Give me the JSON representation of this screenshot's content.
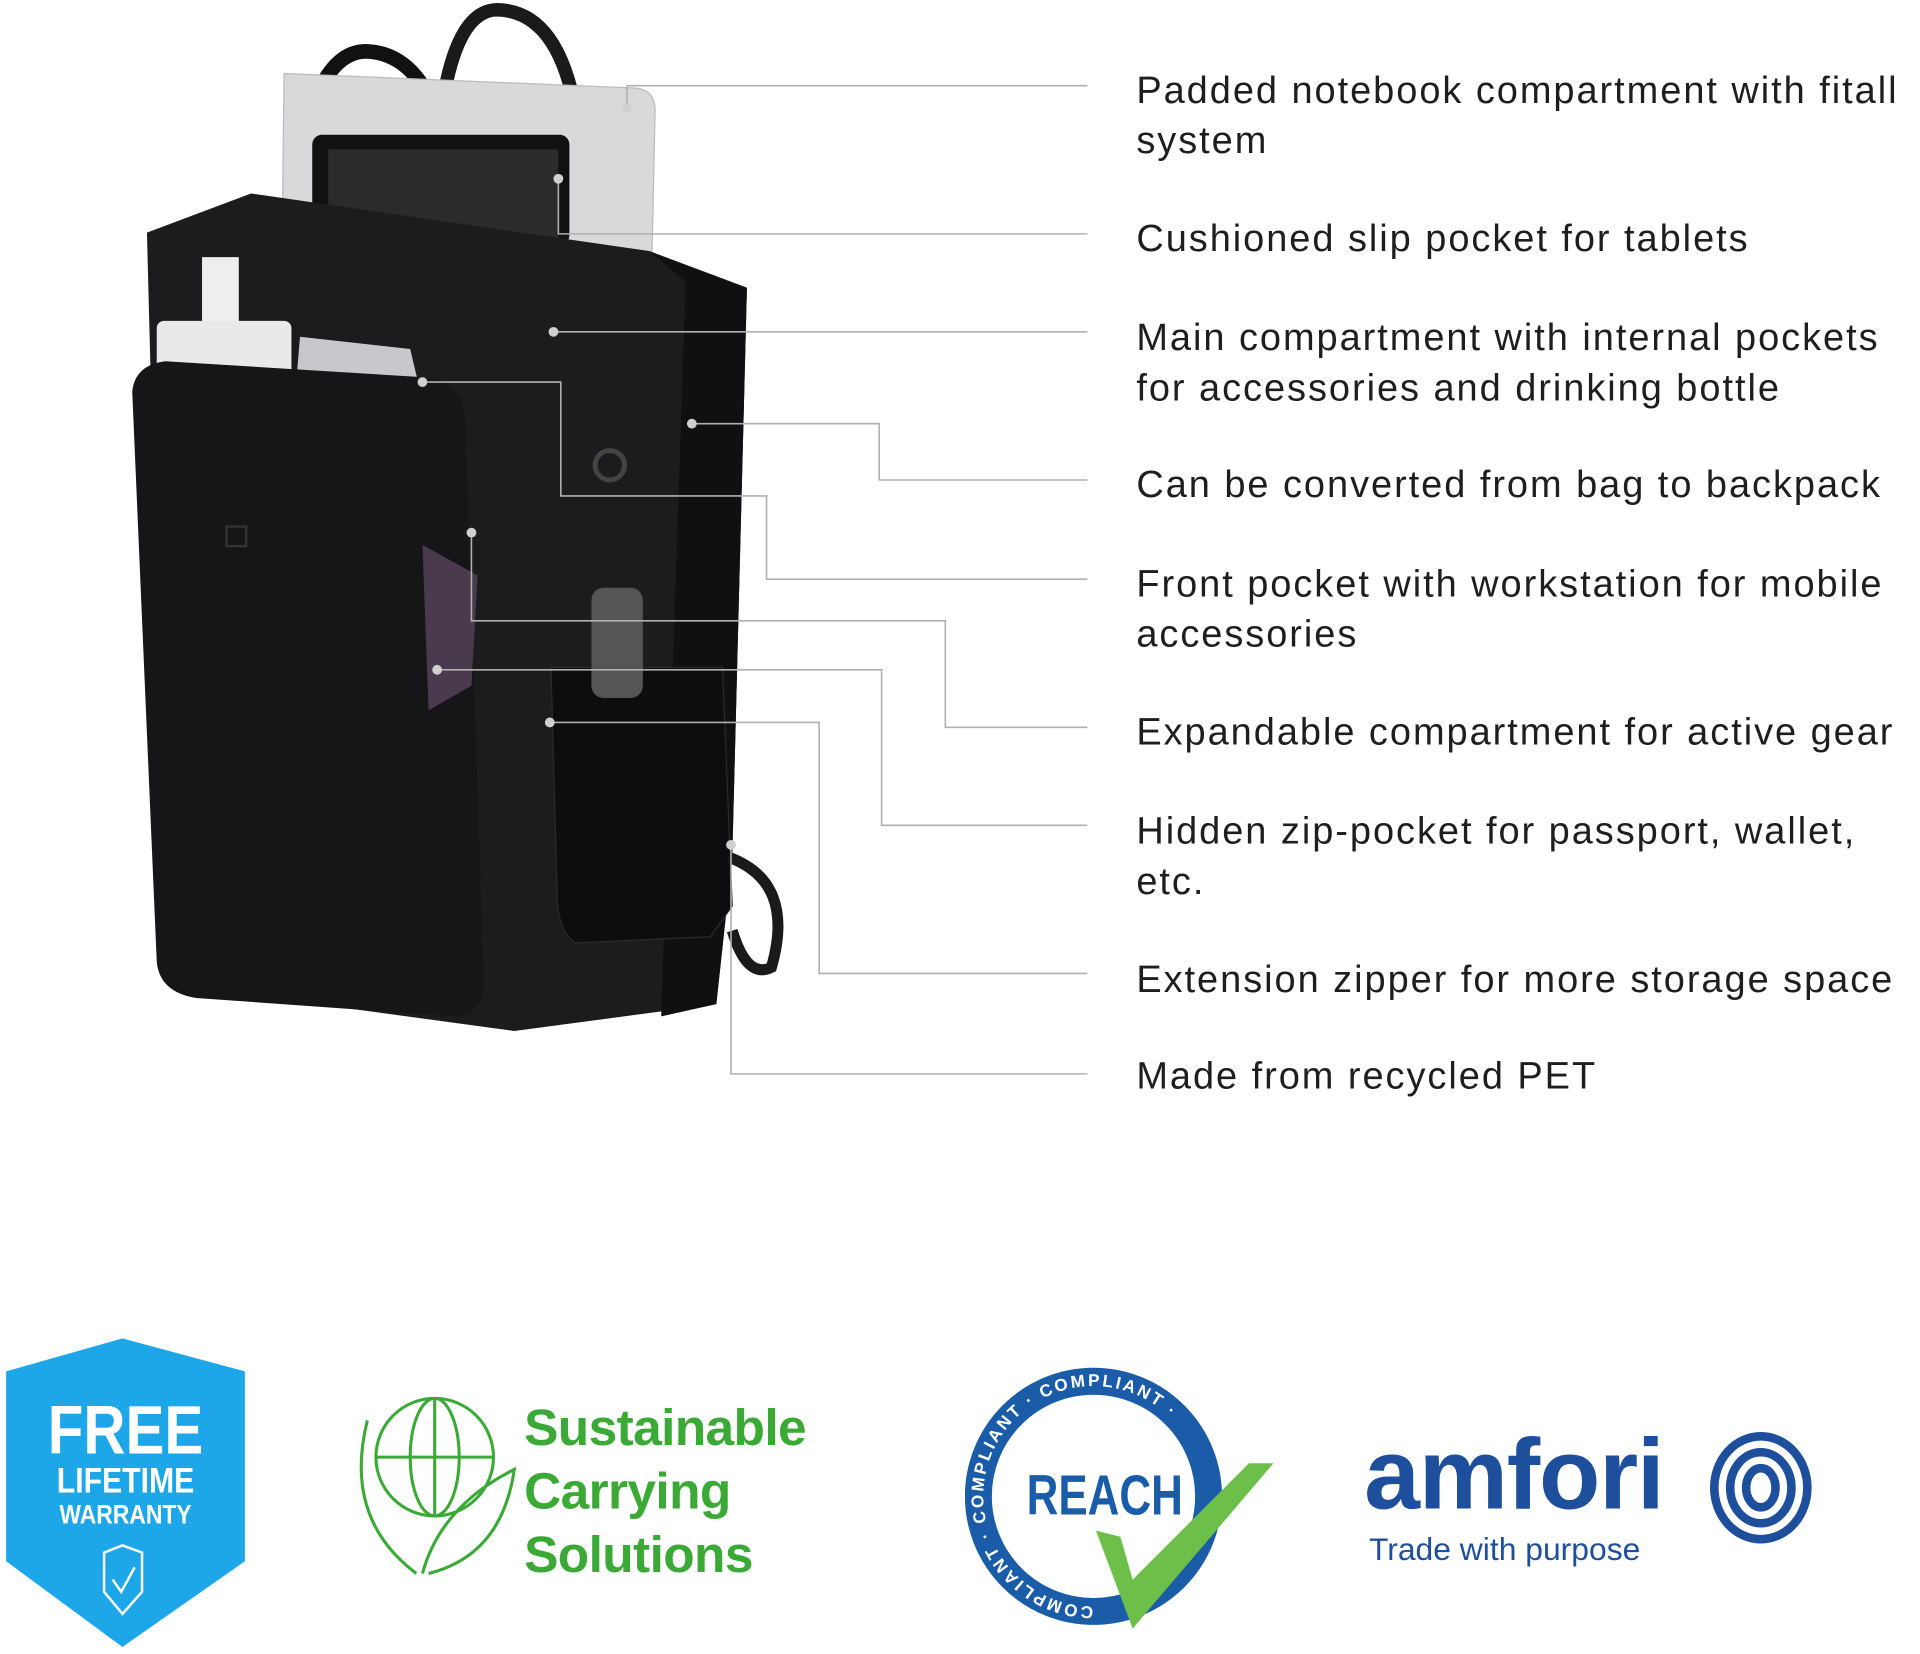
{
  "features": [
    {
      "lines": [
        "Padded notebook compartment with fitall",
        "system"
      ]
    },
    {
      "lines": [
        "Cushioned slip pocket for tablets"
      ]
    },
    {
      "lines": [
        "Main compartment with internal pockets",
        "for accessories and drinking bottle"
      ]
    },
    {
      "lines": [
        "Can be converted from bag to backpack"
      ]
    },
    {
      "lines": [
        "Front pocket with workstation for mobile",
        "accessories"
      ]
    },
    {
      "lines": [
        "Expandable compartment for active gear"
      ]
    },
    {
      "lines": [
        "Hidden zip-pocket for passport, wallet,",
        "etc."
      ]
    },
    {
      "lines": [
        "Extension zipper for more storage space"
      ]
    },
    {
      "lines": [
        "Made from recycled PET"
      ]
    }
  ],
  "badges": {
    "warranty": {
      "line1": "FREE",
      "line2": "LIFETIME",
      "line3": "WARRANTY",
      "icon": "shield-check-icon",
      "color": "#1ea7e8"
    },
    "sustainable": {
      "line1": "Sustainable",
      "line2": "Carrying",
      "line3": "Solutions",
      "icon": "globe-plant-icon",
      "color": "#3aa935"
    },
    "reach": {
      "center": "REACH",
      "ring": "COMPLIANT · COMPLIANT · COMPLIANT ·",
      "color": "#1a5ca8",
      "check_color": "#6cc04a"
    },
    "amfori": {
      "name": "amfori",
      "tagline": "Trade with purpose",
      "color": "#1d4f9c"
    }
  }
}
